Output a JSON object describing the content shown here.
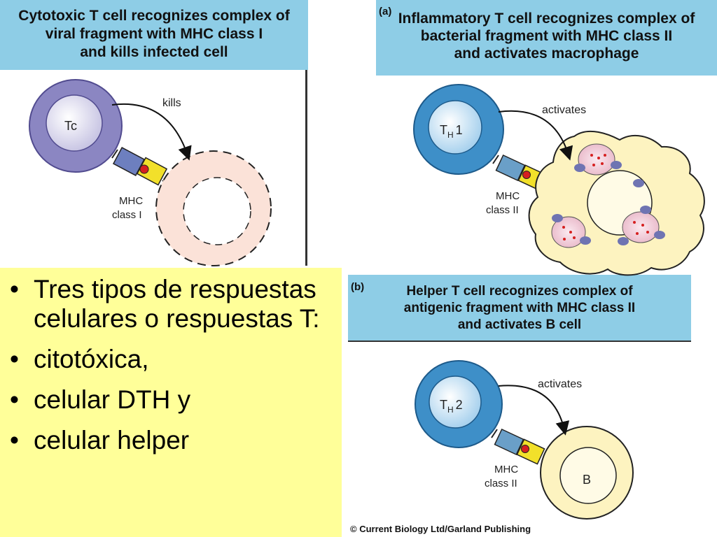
{
  "panels": {
    "cytotoxic": {
      "header_lines": [
        "Cytotoxic T cell recognizes complex of",
        "viral fragment with MHC class I",
        "and kills infected cell"
      ],
      "cell_label": "Tc",
      "action": "kills",
      "mhc_line1": "MHC",
      "mhc_line2": "class I"
    },
    "inflammatory": {
      "panel_tag": "(a)",
      "header_lines": [
        "Inflammatory T cell recognizes complex of",
        "bacterial fragment with MHC class II",
        "and activates macrophage"
      ],
      "cell_label_main": "T",
      "cell_label_sub": "H",
      "cell_label_num": "1",
      "action": "activates",
      "mhc_line1": "MHC",
      "mhc_line2": "class II"
    },
    "helper": {
      "panel_tag": "(b)",
      "header_lines": [
        "Helper T cell recognizes complex of",
        "antigenic fragment with MHC class II",
        "and activates B cell"
      ],
      "cell_label_main": "T",
      "cell_label_sub": "H",
      "cell_label_num": "2",
      "action": "activates",
      "mhc_line1": "MHC",
      "mhc_line2": "class II",
      "target_label": "B"
    }
  },
  "bullets": [
    "Tres tipos de respuestas celulares o respuestas T:",
    "citotóxica,",
    "celular DTH y",
    "celular helper"
  ],
  "copyright": "© Current Biology Ltd/Garland Publishing",
  "colors": {
    "header_bg": "#8ecde6",
    "bullet_bg": "#ffff99",
    "tc_cell": "#8b86c2",
    "th_cell": "#3e8fc8",
    "receptor": "#6a9fc8",
    "mhc": "#f2e02a",
    "infected_cell": "#fbe2d8",
    "macrophage": "#fdf3c0",
    "b_cell": "#fdf3c0"
  }
}
